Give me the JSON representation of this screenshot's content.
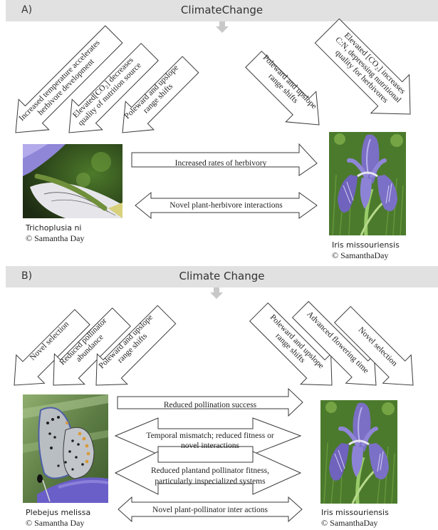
{
  "panel_a": {
    "letter": "A)",
    "title": "ClimateChange",
    "herbivore_arrows": [
      "Increased temperature accelerates herbivore development",
      "Elevated[CO₂] decreases quality of nutrition source",
      "Poleward and upslope range shifts"
    ],
    "plant_arrows": [
      "Poleward and upslope range shifts",
      "Elevated [CO₂] increases C:N, depressing nutritional quality for herbivores"
    ],
    "herbivore_arrows_lines": [
      [
        "Increased temperature accelerates",
        "herbivore development"
      ],
      [
        "Elevated[CO₂] decreases",
        "quality of nutrition source"
      ],
      [
        "Poleward and upslope",
        "range shifts"
      ]
    ],
    "plant_arrows_lines": [
      [
        "Poleward and upslope",
        "range shifts"
      ],
      [
        "Elevated [CO₂] increases",
        "C:N, depressing nutritional",
        "quality for herbivores"
      ]
    ],
    "interactions": [
      {
        "label": "Increased rates of herbivory",
        "direction": "right"
      },
      {
        "label": "Novel plant-herbivore interactions",
        "direction": "both"
      }
    ],
    "left_organism": {
      "species": "Trichoplusia ni",
      "credit": "© Samantha Day",
      "image": "caterpillar-photo"
    },
    "right_organism": {
      "species": "Iris missouriensis",
      "credit": "© SamanthaDay",
      "image": "iris-photo"
    }
  },
  "panel_b": {
    "letter": "B)",
    "title": "Climate Change",
    "pollinator_arrows_lines": [
      [
        "Novel selection"
      ],
      [
        "Reduced pollinator",
        "abundance"
      ],
      [
        "Poleward and upslope",
        "range shifts"
      ]
    ],
    "plant_arrows_lines": [
      [
        "Poleward and upslope",
        "range shifts"
      ],
      [
        "Advanced flowering time"
      ],
      [
        "Novel selection"
      ]
    ],
    "interactions": [
      {
        "label": "Reduced pollination success",
        "direction": "right"
      },
      {
        "label": "Temporal mismatch; reduced fitness or novel interactions",
        "lines": [
          "Temporal mismatch; reduced fitness or",
          "novel interactions"
        ],
        "direction": "both"
      },
      {
        "label": "Reduced plantand pollinator fitness, particularly inspecialized systems",
        "lines": [
          "Reduced plantand pollinator fitness,",
          "particularly inspecialized systems"
        ],
        "direction": "both"
      },
      {
        "label": "Novel plant-pollinator inter actions",
        "direction": "both"
      }
    ],
    "left_organism": {
      "species": "Plebejus melissa",
      "credit": "© Samantha Day",
      "image": "butterfly-photo"
    },
    "right_organism": {
      "species": "Iris missouriensis",
      "credit": "© SamanthaDay",
      "image": "iris-photo"
    }
  },
  "colors": {
    "band": "#e1e1e1",
    "down_arrow": "#c8c8c8",
    "arrow_stroke": "#3a3a3a",
    "iris_purple": "#7a6fc4",
    "foliage_green": "#4f7a2e"
  }
}
